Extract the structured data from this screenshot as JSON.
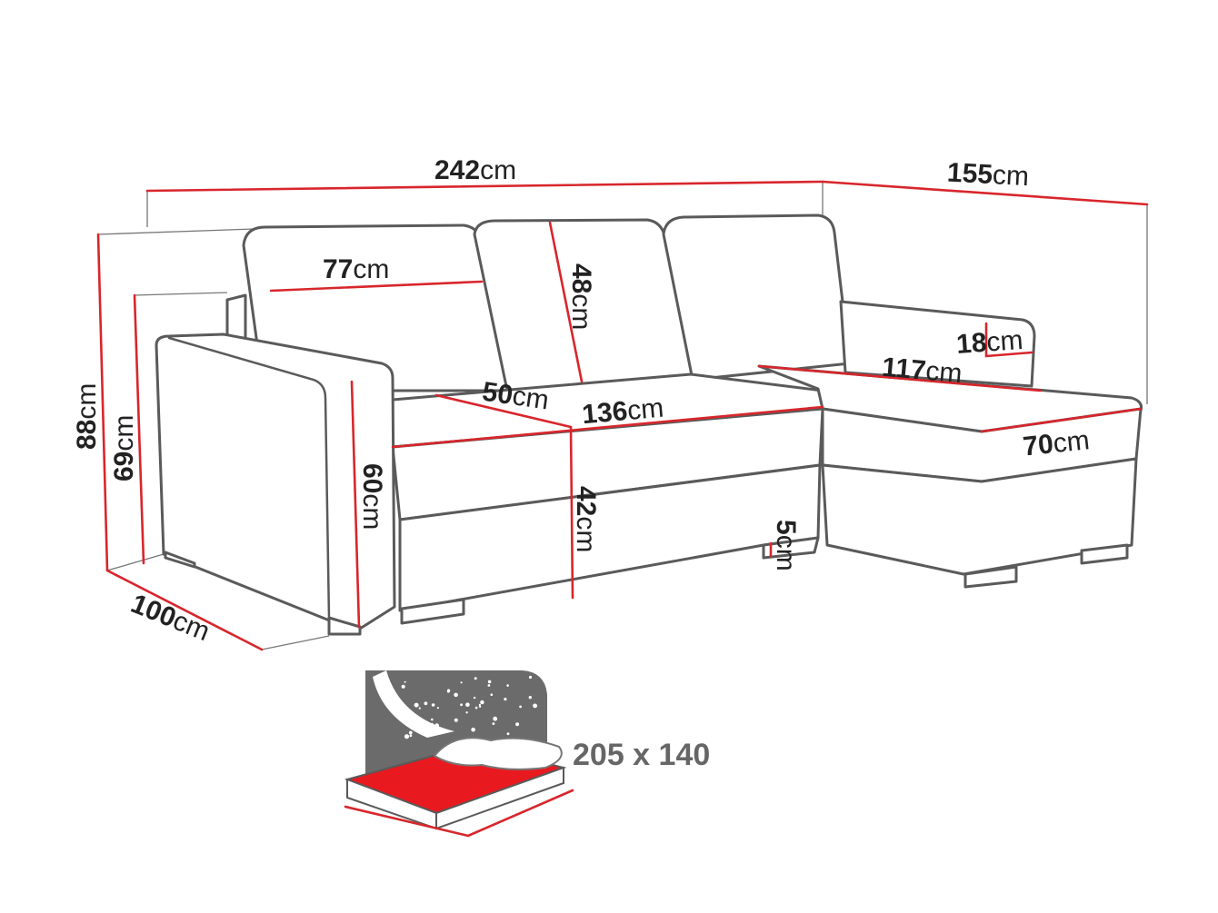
{
  "dimensions": {
    "total_width": {
      "value": "242",
      "unit": "cm"
    },
    "chaise_depth": {
      "value": "155",
      "unit": "cm"
    },
    "cushion_width": {
      "value": "77",
      "unit": "cm"
    },
    "cushion_height": {
      "value": "48",
      "unit": "cm"
    },
    "armrest_height": {
      "value": "18",
      "unit": "cm"
    },
    "chaise_length": {
      "value": "117",
      "unit": "cm"
    },
    "seat_depth": {
      "value": "50",
      "unit": "cm"
    },
    "seat_width": {
      "value": "136",
      "unit": "cm"
    },
    "chaise_width": {
      "value": "70",
      "unit": "cm"
    },
    "total_height": {
      "value": "88",
      "unit": "cm"
    },
    "arm_back_height": {
      "value": "69",
      "unit": "cm"
    },
    "arm_height": {
      "value": "60",
      "unit": "cm"
    },
    "seat_height": {
      "value": "42",
      "unit": "cm"
    },
    "leg_height": {
      "value": "5",
      "unit": "cm"
    },
    "total_depth": {
      "value": "100",
      "unit": "cm"
    }
  },
  "sleeping_area": {
    "label": "205 x 140",
    "icon": "bed-icon"
  },
  "colors": {
    "dimension_line": "#d8262c",
    "outline": "#5a5a5a",
    "mattress": "#e8191f",
    "night_panel": "#6b6b6b"
  }
}
